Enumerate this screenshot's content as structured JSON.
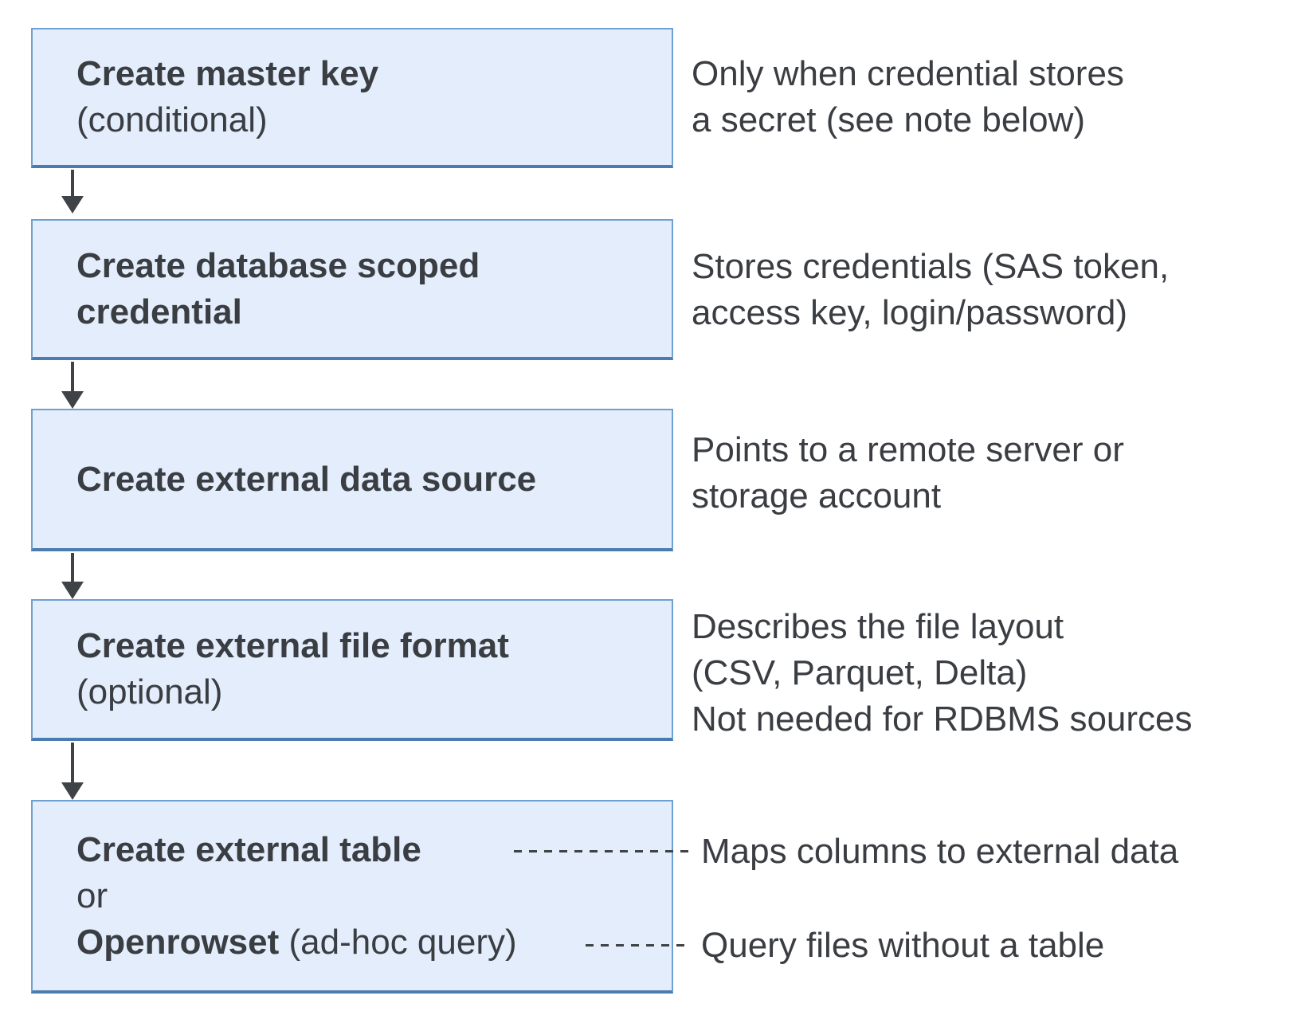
{
  "palette": {
    "box_fill": "#e3edfb",
    "box_border": "#6fa0d2",
    "box_border_bottom": "#4a7cb0",
    "arrow_color": "#3f4347",
    "text_color": "#3a3d42",
    "bg": "#ffffff"
  },
  "steps": [
    {
      "title": "Create master key",
      "subtitle": "(conditional)",
      "annotation_lines": [
        "Only when credential stores",
        "a secret (see note below)"
      ]
    },
    {
      "title": "Create database scoped credential",
      "annotation_lines": [
        "Stores credentials (SAS token,",
        "access key, login/password)"
      ]
    },
    {
      "title": "Create external data source",
      "annotation_lines": [
        "Points to a remote server or",
        "storage account"
      ]
    },
    {
      "title": "Create external file format",
      "subtitle": "(optional)",
      "annotation_lines": [
        "Describes the file layout",
        "(CSV, Parquet, Delta)",
        "Not needed for RDBMS sources"
      ]
    },
    {
      "line1_bold": "Create external table",
      "line2": "or",
      "line3_bold": "Openrowset",
      "line3_regular": " (ad-hoc query)",
      "annotation_table": "Maps columns to external data",
      "annotation_openrowset": "Query files without a table"
    }
  ]
}
